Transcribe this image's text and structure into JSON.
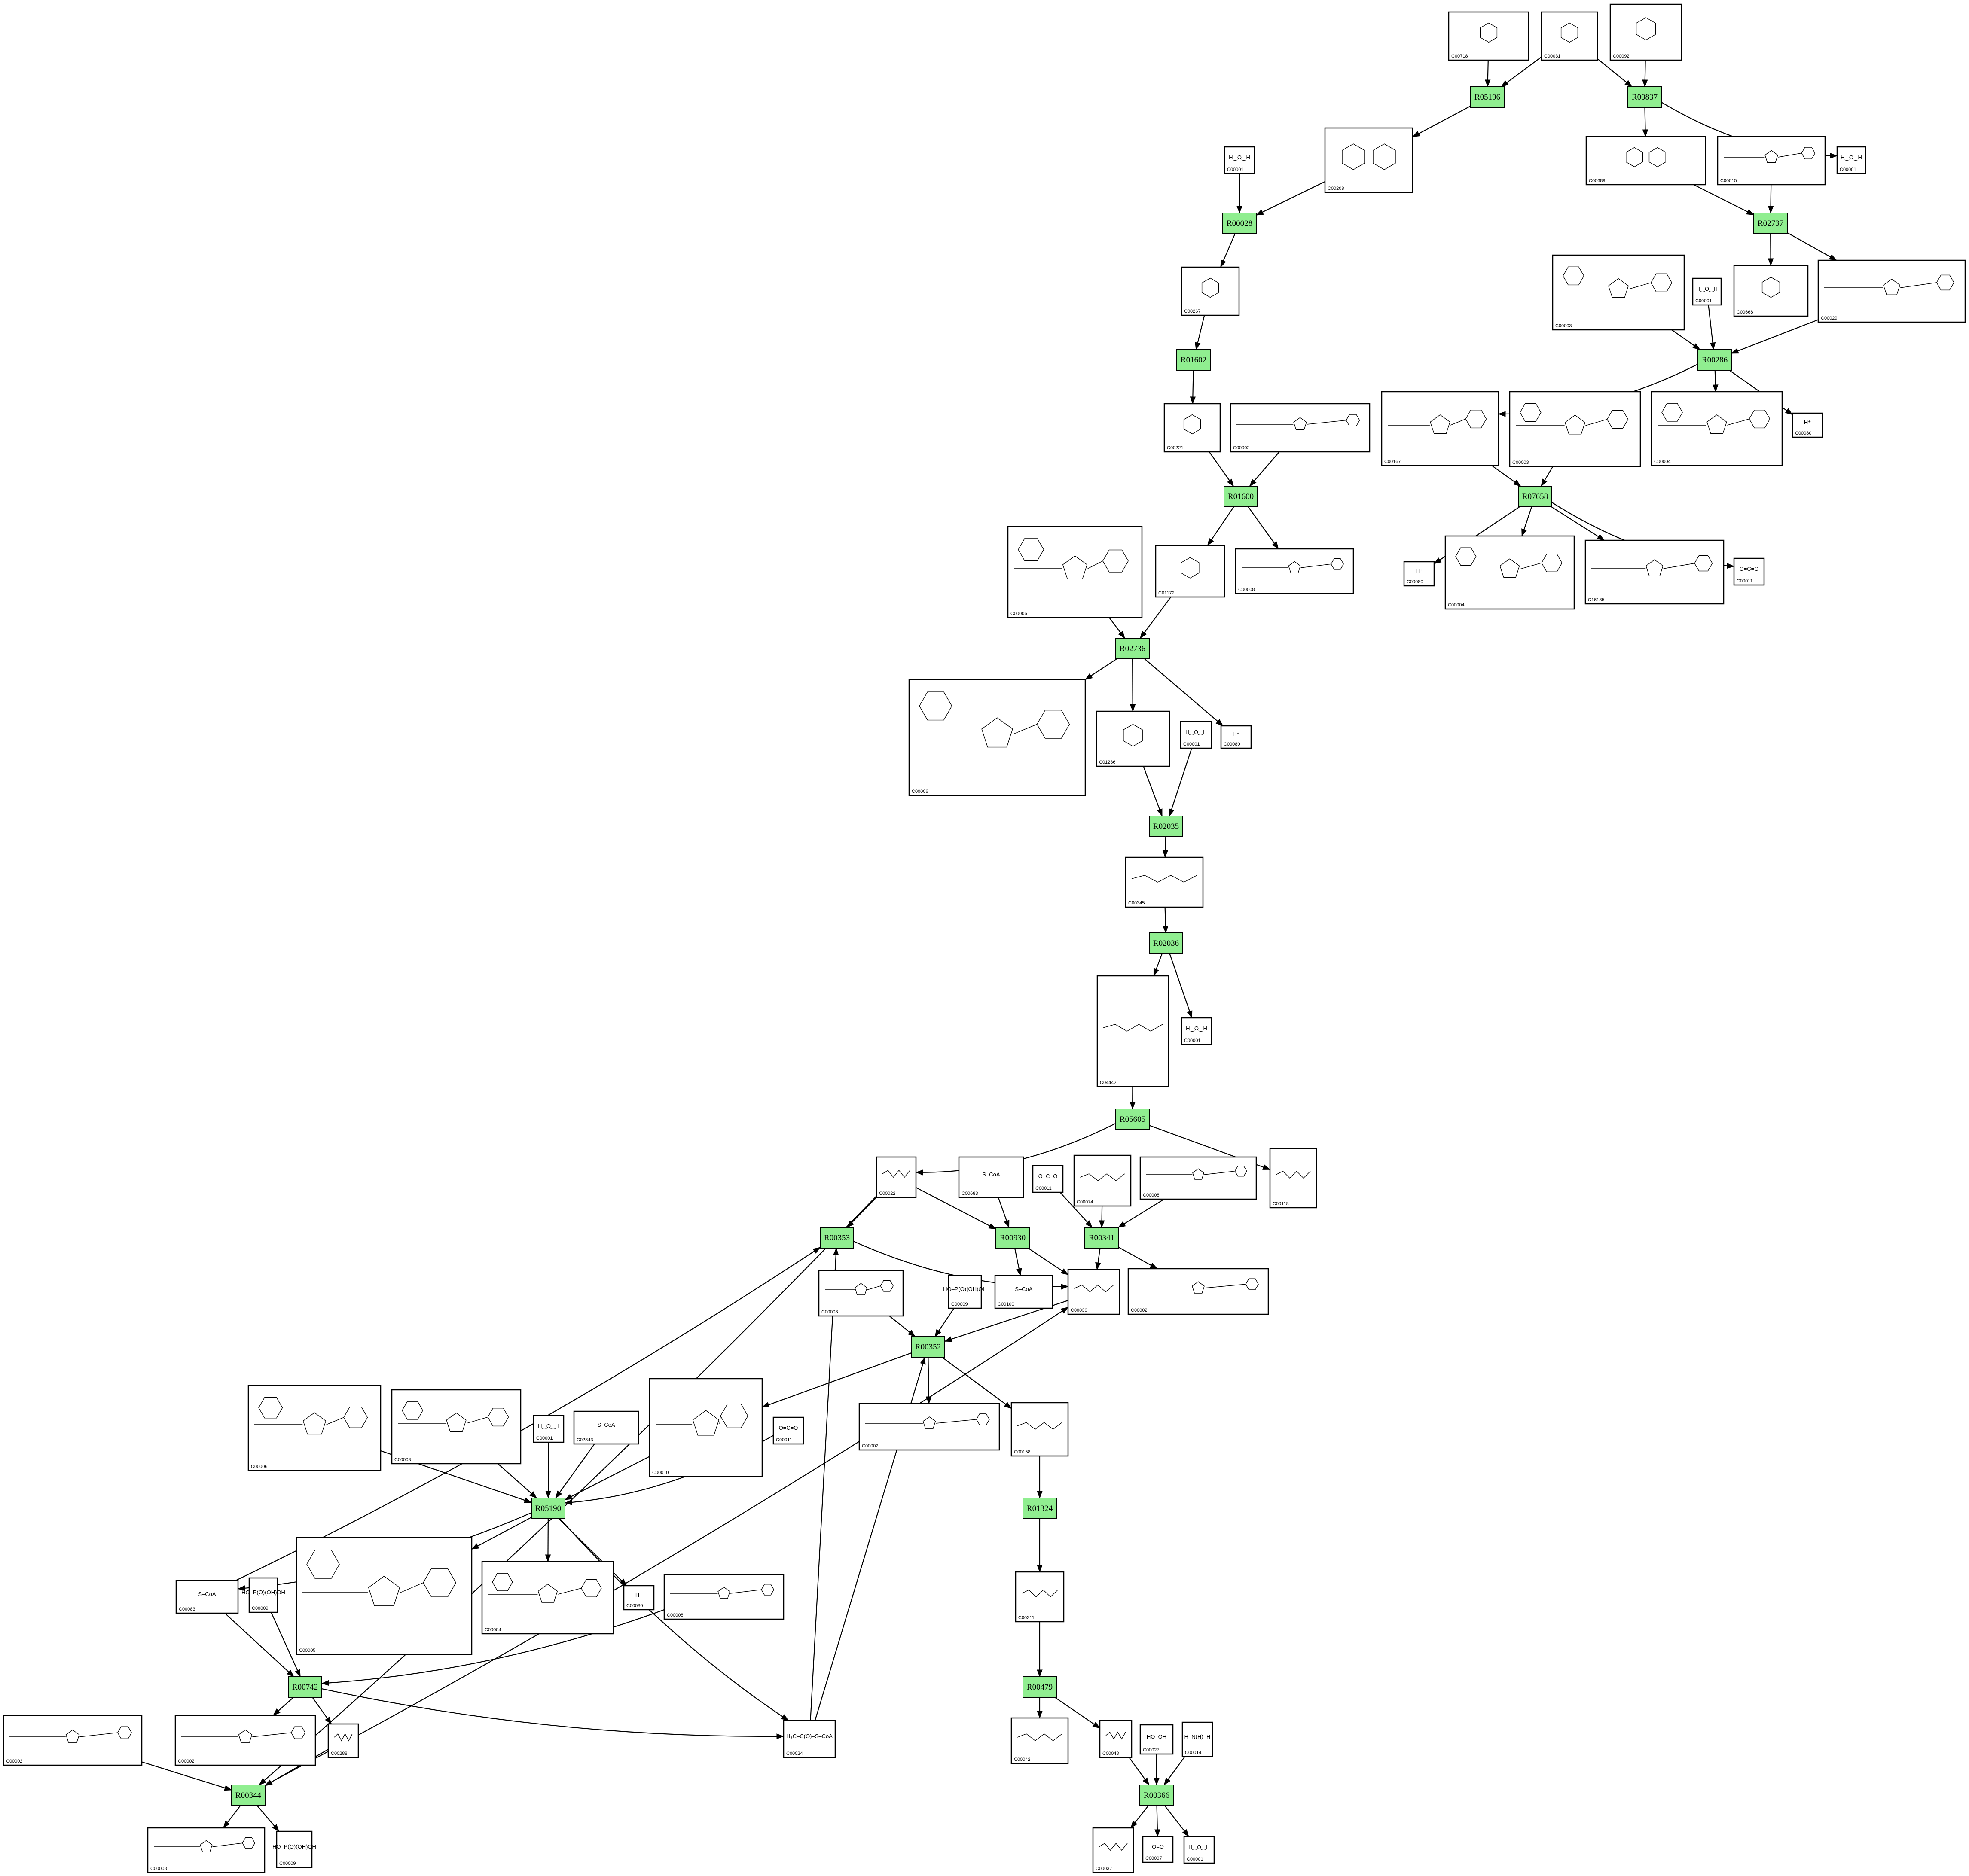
{
  "colors": {
    "reaction_fill": "#90ee90",
    "border": "#000000",
    "background": "#ffffff"
  },
  "reactions": [
    "R05196",
    "R00837",
    "R00028",
    "R02737",
    "R01602",
    "R00286",
    "R01600",
    "R07658",
    "R02736",
    "R02035",
    "R02036",
    "R05605",
    "R00353",
    "R00930",
    "R00341",
    "R00352",
    "R05190",
    "R01324",
    "R00742",
    "R00479",
    "R00344",
    "R00366"
  ],
  "compounds": {
    "n1": {
      "id": "C00718",
      "glyph": "ring"
    },
    "n2": {
      "id": "C00031",
      "glyph": "ring"
    },
    "n3": {
      "id": "C00092",
      "glyph": "ring"
    },
    "n4": {
      "id": "C00001",
      "glyph": "water",
      "text": "H‿O‿H"
    },
    "n5": {
      "id": "C00208",
      "glyph": "ring2"
    },
    "n6": {
      "id": "C00001",
      "glyph": "water",
      "text": "H‿O‿H"
    },
    "n7": {
      "id": "C00689",
      "glyph": "ring2"
    },
    "n8": {
      "id": "C00015",
      "glyph": "nuc"
    },
    "n9": {
      "id": "C00267",
      "glyph": "ring"
    },
    "n10": {
      "id": "C00003",
      "glyph": "nad"
    },
    "n11": {
      "id": "C00001",
      "glyph": "water",
      "text": "H‿O‿H"
    },
    "n12": {
      "id": "C00668",
      "glyph": "ring"
    },
    "n13": {
      "id": "C00029",
      "glyph": "nuc"
    },
    "n14": {
      "id": "C00221",
      "glyph": "ring"
    },
    "n15": {
      "id": "C00002",
      "glyph": "nuc"
    },
    "n16": {
      "id": "C00167",
      "glyph": "nuc"
    },
    "n17": {
      "id": "C00003",
      "glyph": "nad"
    },
    "n18": {
      "id": "C00004",
      "glyph": "nad"
    },
    "n19": {
      "id": "C00080",
      "glyph": "text",
      "text": "H⁺"
    },
    "n20": {
      "id": "C00006",
      "glyph": "nad"
    },
    "n21": {
      "id": "C01172",
      "glyph": "ring"
    },
    "n22": {
      "id": "C00008",
      "glyph": "nuc"
    },
    "n23": {
      "id": "C00080",
      "glyph": "text",
      "text": "H⁺"
    },
    "n24": {
      "id": "C00004",
      "glyph": "nad"
    },
    "n25": {
      "id": "C16185",
      "glyph": "nuc"
    },
    "n26": {
      "id": "C00011",
      "glyph": "text",
      "text": "O=C=O"
    },
    "n27": {
      "id": "C00006",
      "glyph": "nad"
    },
    "n28": {
      "id": "C01236",
      "glyph": "ring"
    },
    "n29": {
      "id": "C00001",
      "glyph": "water",
      "text": "H‿O‿H"
    },
    "n30": {
      "id": "C00080",
      "glyph": "text",
      "text": "H⁺"
    },
    "n31": {
      "id": "C00345",
      "glyph": "chain"
    },
    "n32": {
      "id": "C04442",
      "glyph": "chain"
    },
    "n33": {
      "id": "C00001",
      "glyph": "water",
      "text": "H‿O‿H"
    },
    "n34": {
      "id": "C00022",
      "glyph": "chain"
    },
    "n35": {
      "id": "C00683",
      "glyph": "text",
      "text": "S–CoA"
    },
    "n36": {
      "id": "C00011",
      "glyph": "text",
      "text": "O=C=O"
    },
    "n37": {
      "id": "C00074",
      "glyph": "chain"
    },
    "n38": {
      "id": "C00008",
      "glyph": "nuc"
    },
    "n39": {
      "id": "C00118",
      "glyph": "chain"
    },
    "n40": {
      "id": "C00008",
      "glyph": "nuc"
    },
    "n41": {
      "id": "C00009",
      "glyph": "text",
      "text": "HO–P(O)(OH)OH"
    },
    "n42": {
      "id": "C00100",
      "glyph": "text",
      "text": "S–CoA"
    },
    "n43": {
      "id": "C00036",
      "glyph": "chain"
    },
    "n44": {
      "id": "C00002",
      "glyph": "nuc"
    },
    "n45": {
      "id": "C00006",
      "glyph": "nad"
    },
    "n46": {
      "id": "C00003",
      "glyph": "nad"
    },
    "n47": {
      "id": "C00001",
      "glyph": "water",
      "text": "H‿O‿H"
    },
    "n48": {
      "id": "C02843",
      "glyph": "text",
      "text": "S–CoA"
    },
    "n49": {
      "id": "C00010",
      "glyph": "nuc"
    },
    "n50": {
      "id": "C00011",
      "glyph": "text",
      "text": "O=C=O"
    },
    "n51": {
      "id": "C00002",
      "glyph": "nuc"
    },
    "n52": {
      "id": "C00158",
      "glyph": "chain"
    },
    "n53": {
      "id": "C00083",
      "glyph": "text",
      "text": "S–CoA"
    },
    "n54": {
      "id": "C00009",
      "glyph": "text",
      "text": "HO–P(O)(OH)OH"
    },
    "n55": {
      "id": "C00005",
      "glyph": "nad"
    },
    "n56": {
      "id": "C00004",
      "glyph": "nad"
    },
    "n57": {
      "id": "C00080",
      "glyph": "text",
      "text": "H⁺"
    },
    "n58": {
      "id": "C00008",
      "glyph": "nuc"
    },
    "n59": {
      "id": "C00311",
      "glyph": "chain"
    },
    "n60": {
      "id": "C00002",
      "glyph": "nuc"
    },
    "n61": {
      "id": "C00002",
      "glyph": "nuc"
    },
    "n62": {
      "id": "C00288",
      "glyph": "chain"
    },
    "n63": {
      "id": "C00024",
      "glyph": "text",
      "text": "H₃C–C(O)–S–CoA"
    },
    "n64": {
      "id": "C00042",
      "glyph": "chain"
    },
    "n65": {
      "id": "C00048",
      "glyph": "chain"
    },
    "n66": {
      "id": "C00027",
      "glyph": "text",
      "text": "HO–OH"
    },
    "n67": {
      "id": "C00014",
      "glyph": "text",
      "text": "H–N(H)–H"
    },
    "n68": {
      "id": "C00008",
      "glyph": "nuc"
    },
    "n69": {
      "id": "C00009",
      "glyph": "text",
      "text": "HO–P(O)(OH)OH"
    },
    "n70": {
      "id": "C00037",
      "glyph": "chain"
    },
    "n71": {
      "id": "C00007",
      "glyph": "text",
      "text": "O=O"
    },
    "n72": {
      "id": "C00001",
      "glyph": "water",
      "text": "H‿O‿H"
    }
  }
}
